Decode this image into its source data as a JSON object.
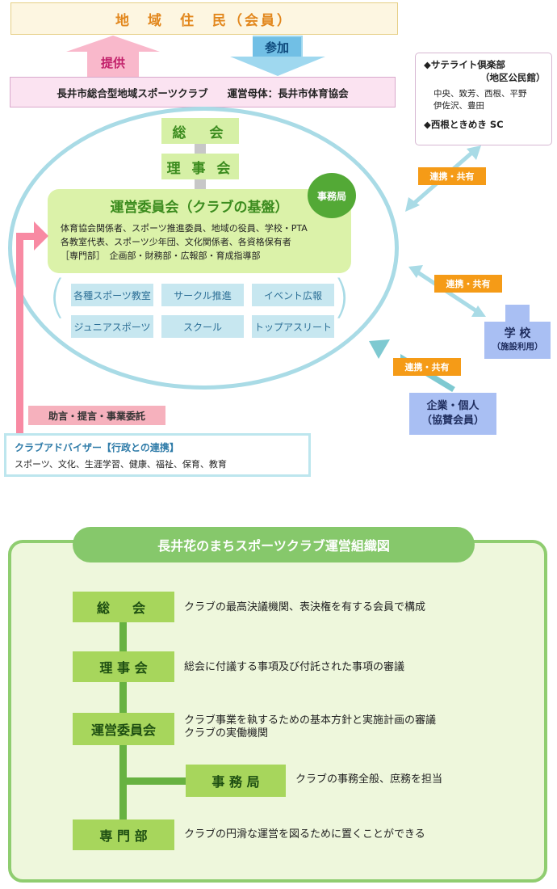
{
  "top": {
    "residents": "地　域　住　民（会員）",
    "provide": "提供",
    "participate": "参加",
    "club_name": "長井市総合型地域スポーツクラブ",
    "parent_org": "運営母体：長井市体育協会",
    "general_meeting": "総　会",
    "board": "理 事 会",
    "secretariat": "事務局",
    "committee": {
      "title": "運営委員会（クラブの基盤）",
      "line1": "体育協会関係者、スポーツ推進委員、地域の役員、学校・PTA",
      "line2": "各教室代表、スポーツ少年団、文化関係者、各資格保有者",
      "line3": "［専門部］　企画部・財務部・広報部・育成指導部"
    },
    "programs": [
      "各種スポーツ教室",
      "サークル推進",
      "イベント広報",
      "ジュニアスポーツ",
      "スクール",
      "トップアスリート"
    ],
    "satellite": {
      "title1": "◆サテライト倶楽部",
      "title1b": "（地区公民館）",
      "areas1": "中央、致芳、西根、平野",
      "areas2": "伊佐沢、豊田",
      "title2": "◆西根ときめき SC"
    },
    "link_label": "連携・共有",
    "school": {
      "name": "学 校",
      "sub": "（施設利用）"
    },
    "company": {
      "name": "企業・個人",
      "sub": "（協賛会員）"
    },
    "advice": "助言・提言・事業委託",
    "advisor": {
      "title": "クラブアドバイザー【行政との連携】",
      "body": "スポーツ、文化、生涯学習、健康、福祉、保育、教育"
    }
  },
  "bottom": {
    "title": "長井花のまちスポーツクラブ運営組織図",
    "rows": [
      {
        "label": "総　会",
        "desc1": "クラブの最高決議機関、表決権を有する会員で構成"
      },
      {
        "label": "理 事 会",
        "desc1": "総会に付議する事項及び付託された事項の審議"
      },
      {
        "label": "運営委員会",
        "desc1": "クラブ事業を執するための基本方針と実施計画の審議",
        "desc2": "クラブの実働機関"
      },
      {
        "label": "事 務 局",
        "desc1": "クラブの事務全般、庶務を担当"
      },
      {
        "label": "専 門 部",
        "desc1": "クラブの円滑な運営を図るために置くことができる"
      }
    ]
  },
  "colors": {
    "orange": "#f59b17",
    "green": "#3c8c1f",
    "light_blue": "#a9dbe6",
    "pink": "#f88aa3",
    "blue_box": "#a9bff3"
  }
}
